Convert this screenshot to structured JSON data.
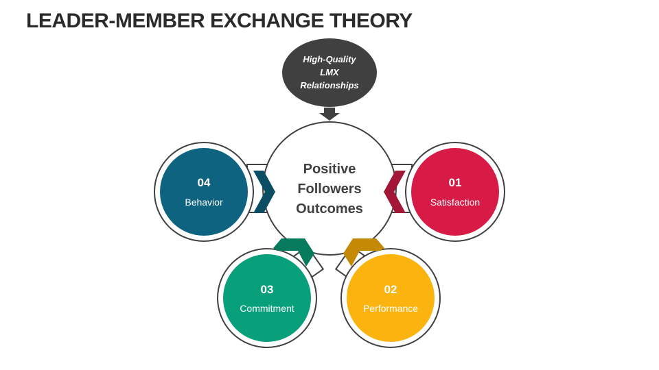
{
  "title": "LEADER-MEMBER EXCHANGE THEORY",
  "top_bubble": {
    "lines": [
      "High-Quality",
      "LMX",
      "Relationships"
    ],
    "color": "#404040"
  },
  "center": {
    "lines": [
      "Positive",
      "Followers",
      "Outcomes"
    ]
  },
  "items": [
    {
      "number": "01",
      "label": "Satisfaction",
      "color": "#D81B46",
      "chevron_color": "#A31635"
    },
    {
      "number": "02",
      "label": "Performance",
      "color": "#FBB40F",
      "chevron_color": "#C48A06"
    },
    {
      "number": "03",
      "label": "Commitment",
      "color": "#07A07A",
      "chevron_color": "#067A5D"
    },
    {
      "number": "04",
      "label": "Behavior",
      "color": "#0E6480",
      "chevron_color": "#0B4D63"
    }
  ]
}
